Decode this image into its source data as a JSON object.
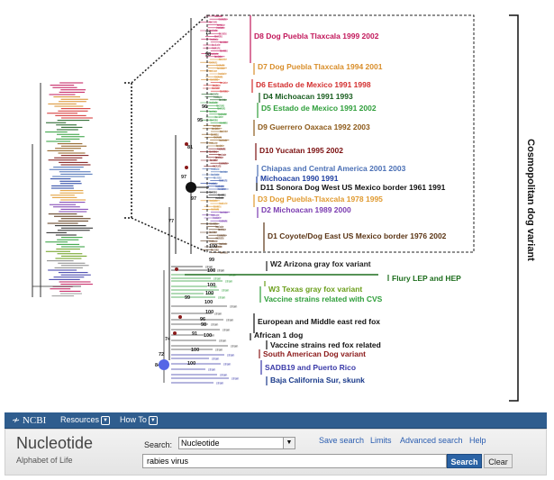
{
  "figure": {
    "side_label": "Cosmopolitan dog variant",
    "clades": [
      {
        "text": "D8 Dog Puebla Tlaxcala 1999 2002",
        "color": "#c2185b"
      },
      {
        "text": "D7 Dog Puebla Tlaxcala 1994 2001",
        "color": "#d98e2a"
      },
      {
        "text": "D6 Estado de Mexico 1991 1998",
        "color": "#d32f2f"
      },
      {
        "text": "D4 Michoacan 1991 1993",
        "color": "#1a5e20"
      },
      {
        "text": "D5 Estado de Mexico 1991 2002",
        "color": "#2e9e3a"
      },
      {
        "text": "D9 Guerrero Oaxaca 1992 2003",
        "color": "#8d5a1a"
      },
      {
        "text": "D10 Yucatan 1995 2002",
        "color": "#7b1010"
      },
      {
        "text": "Chiapas and Central America 2001 2003",
        "color": "#4a6fb5"
      },
      {
        "text": "Michoacan 1990 1991",
        "color": "#1f3fa0"
      },
      {
        "text": "D11 Sonora Dog West US Mexico border 1961 1991",
        "color": "#111111"
      },
      {
        "text": "D3 Dog Puebla-Tlaxcala 1978 1995",
        "color": "#e09a30"
      },
      {
        "text": "D2 Michoacan 1989 2000",
        "color": "#7a3bb0"
      },
      {
        "text": "D1 Coyote/Dog East US Mexico border 1976 2002",
        "color": "#5a3414"
      },
      {
        "text": "W2 Arizona gray fox variant",
        "color": "#222222"
      },
      {
        "text": "Flury LEP and HEP",
        "color": "#1e6e1e"
      },
      {
        "text": "W3 Texas gray fox variant",
        "color": "#6a9e1a"
      },
      {
        "text": "Vaccine strains related with CVS",
        "color": "#2e9e3a"
      },
      {
        "text": "European and Middle east red fox",
        "color": "#111111"
      },
      {
        "text": "African 1 dog",
        "color": "#111111"
      },
      {
        "text": "Vaccine strains red fox related",
        "color": "#111111"
      },
      {
        "text": "South American Dog variant",
        "color": "#8b1a1a"
      },
      {
        "text": "SADB19 and Puerto Rico",
        "color": "#3a3aa8"
      },
      {
        "text": "Baja California Sur, skunk",
        "color": "#1a3a8a"
      }
    ],
    "bootstrap": [
      "73",
      "98",
      "96",
      "95",
      "97",
      "81",
      "97",
      "77",
      "84",
      "100",
      "99",
      "100",
      "100",
      "100",
      "99",
      "100",
      "100",
      "96",
      "98",
      "100",
      "91",
      "74",
      "100",
      "72",
      "100"
    ]
  },
  "ncbi_bar": {
    "logo": "NCBI",
    "resources": "Resources",
    "howto": "How To"
  },
  "search_panel": {
    "title": "Nucleotide",
    "subtitle": "Alphabet of Life",
    "search_label": "Search:",
    "db_selected": "Nucleotide",
    "links": [
      "Save search",
      "Limits",
      "Advanced search",
      "Help"
    ],
    "query": "rabies virus",
    "search_button": "Search",
    "clear_button": "Clear"
  }
}
